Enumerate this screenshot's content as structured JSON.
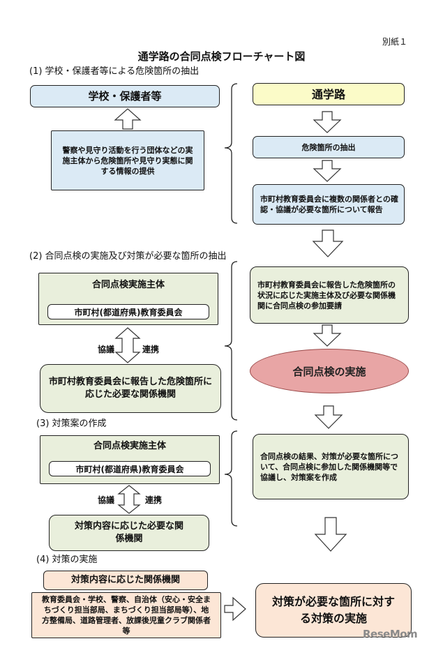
{
  "attachment": "別紙１",
  "title": "通学路の合同点検フローチャート図",
  "sections": {
    "s1": "(1) 学校・保護者等による危険箇所の抽出",
    "s2": "(2) 合同点検の実施及び対策が必要な箇所の抽出",
    "s3": "(3) 対策案の作成",
    "s4": "(4) 対策の実施"
  },
  "step1": {
    "school_box": "学校・保護者等",
    "info_box": "警察や見守り活動を行う団体などの実施主体から危険箇所や見守り実態に関する情報の提供",
    "route_box": "通学路",
    "extract_box": "危険箇所の抽出",
    "report_box": "市町村教育委員会に複数の関係者との確認・協議が必要な箇所について報告"
  },
  "step2": {
    "main_title": "合同点検実施主体",
    "main_inner": "市町村(都道府県)教育委員会",
    "link_left": "協議",
    "link_right": "連携",
    "related_box": "市町村教育委員会に報告した危険箇所に応じた必要な関係機関",
    "request_box": "市町村教育委員会に報告した危険箇所の状況に応じた実施主体及び必要な関係機関に合同点検の参加要請",
    "ellipse": "合同点検の実施"
  },
  "step3": {
    "main_title": "合同点検実施主体",
    "main_inner": "市町村(都道府県)教育委員会",
    "link_left": "協議",
    "link_right": "連携",
    "related_box": "対策内容に応じた必要な関係機関",
    "result_box": "合同点検の結果、対策が必要な箇所について、合同点検に参加した関係機関等で協議し、対策案を作成"
  },
  "step4": {
    "agency_title": "対策内容に応じた関係機関",
    "agency_list": "教育委員会・学校、警察、自治体（安心・安全まちづくり担当部局、まちづくり担当部局等）、地方整備局、道路管理者、放課後児童クラブ関係者等",
    "final_box": "対策が必要な箇所に対する対策の実施"
  },
  "watermark": "ReseMom"
}
